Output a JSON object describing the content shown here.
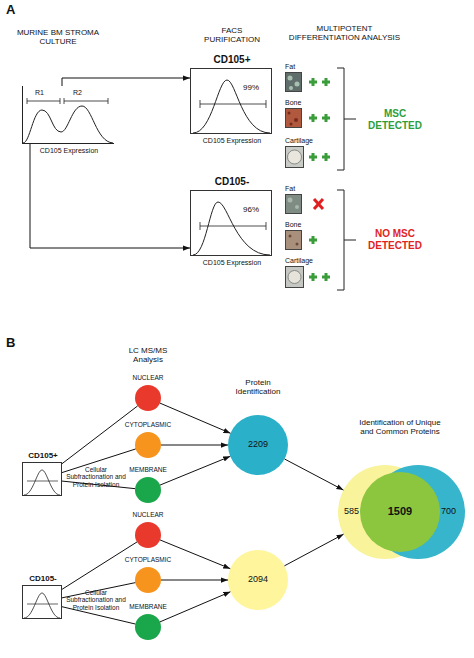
{
  "diagram": {
    "nodes": [
      {
        "text": [
          "R1",
          "R2",
          "CD105 Expression"
        ]
      },
      {
        "text": [
          "CD105+",
          "99%",
          "CD105 Expression"
        ]
      },
      {
        "text": [
          "CD105-",
          "96%",
          "CD105 Expression"
        ]
      },
      {
        "text": [
          "Fat"
        ]
      },
      {
        "text": [
          "Bone"
        ]
      },
      {
        "text": [
          "Cartilage"
        ]
      },
      {
        "text": [
          "Fat"
        ]
      },
      {
        "text": [
          "Bone"
        ]
      },
      {
        "text": [
          "Cartilage"
        ]
      },
      {
        "text": [
          "CD105+"
        ]
      },
      {
        "text": [
          "NUCLEAR"
        ]
      },
      {
        "text": [
          "CYTOPLASMIC"
        ]
      },
      {
        "text": [
          "MEMBRANE"
        ]
      },
      {
        "text": [
          "2209"
        ]
      },
      {
        "text": [
          "CD105-"
        ]
      },
      {
        "text": [
          "NUCLEAR"
        ]
      },
      {
        "text": [
          "CYTOPLASMIC"
        ]
      },
      {
        "text": [
          "MEMBRANE"
        ]
      },
      {
        "text": [
          "2094"
        ]
      },
      {
        "text": [
          "585"
        ]
      },
      {
        "text": [
          "1509"
        ]
      },
      {
        "text": [
          "700"
        ]
      }
    ],
    "edges": [
      {
        "from": 0,
        "to": 1,
        "arrow": "to"
      },
      {
        "from": 0,
        "to": 2,
        "arrow": "to"
      },
      {
        "from": 9,
        "to": 10,
        "arrow": "none"
      },
      {
        "from": 9,
        "to": 11,
        "arrow": "none"
      },
      {
        "from": 9,
        "to": 12,
        "arrow": "none"
      },
      {
        "from": 10,
        "to": 13,
        "arrow": "to"
      },
      {
        "from": 11,
        "to": 13,
        "arrow": "to"
      },
      {
        "from": 12,
        "to": 13,
        "arrow": "to"
      },
      {
        "from": 14,
        "to": 15,
        "arrow": "none"
      },
      {
        "from": 14,
        "to": 16,
        "arrow": "none"
      },
      {
        "from": 14,
        "to": 17,
        "arrow": "none"
      },
      {
        "from": 15,
        "to": 18,
        "arrow": "to"
      },
      {
        "from": 16,
        "to": 18,
        "arrow": "to"
      },
      {
        "from": 17,
        "to": 18,
        "arrow": "to"
      },
      {
        "from": 13,
        "to": 19,
        "arrow": "to"
      },
      {
        "from": 18,
        "to": 19,
        "arrow": "to"
      }
    ],
    "labels": [
      "A",
      "MURINE BM STROMA CULTURE",
      "FACS PURIFICATION",
      "MULTIPOTENT DIFFERENTIATION ANALYSIS",
      "MSC DETECTED",
      "NO MSC DETECTED",
      "B",
      "LC MS/MS Analysis",
      "Protein Identification",
      "Identification of Unique and Common Proteins",
      "Cellular Subfractionation and Protein Isolation",
      "Cellular Subfractionation and Protein Isolation"
    ]
  }
}
